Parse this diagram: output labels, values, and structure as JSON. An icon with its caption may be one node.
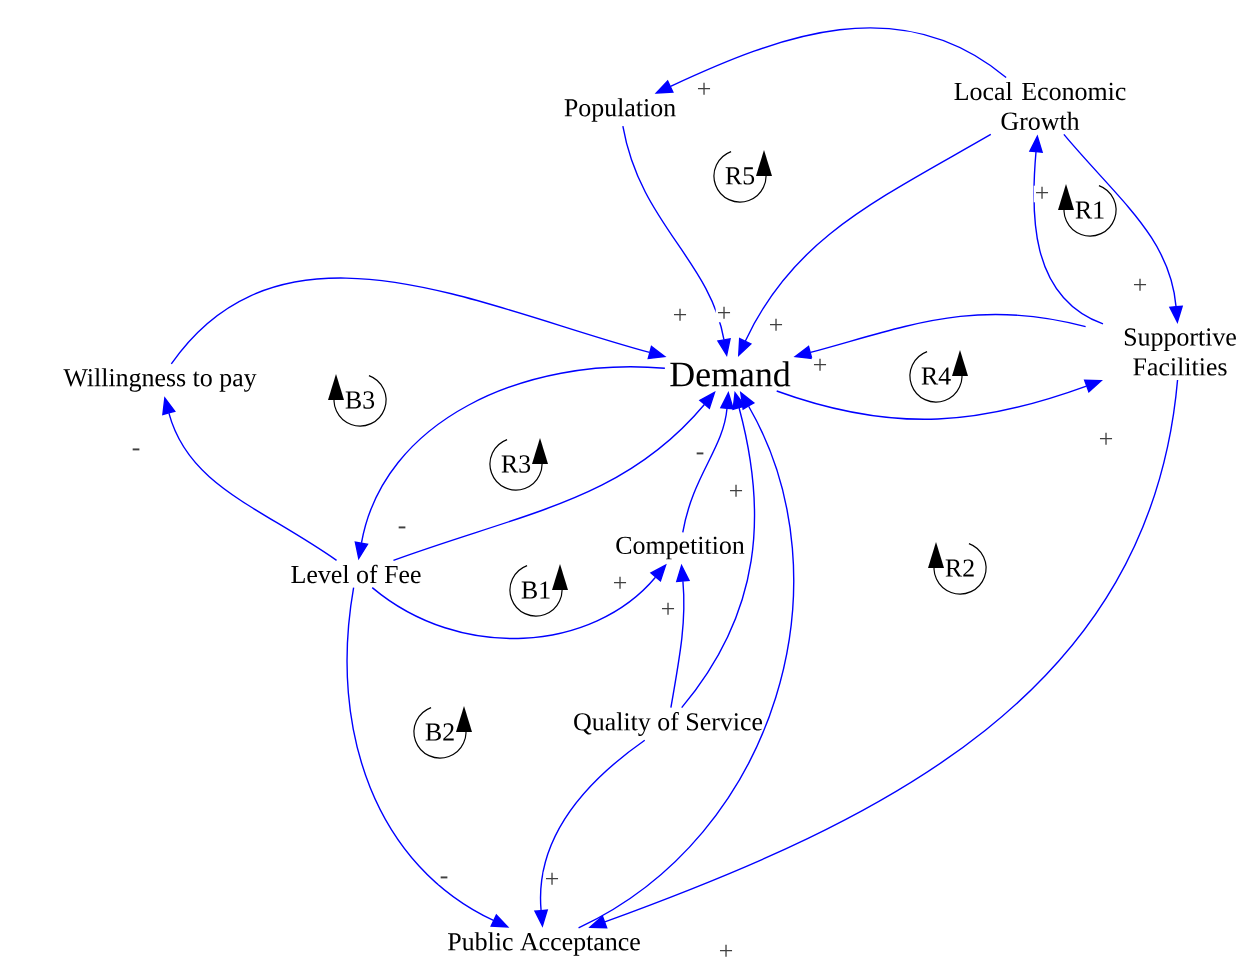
{
  "diagram": {
    "nodes": [
      {
        "text": [
          "Population"
        ]
      },
      {
        "text": [
          "Local Economic Growth"
        ]
      },
      {
        "text": [
          "Willingness to pay"
        ]
      },
      {
        "text": [
          "Demand"
        ]
      },
      {
        "text": [
          "Supportive Facilities"
        ]
      },
      {
        "text": [
          "Level of Fee"
        ]
      },
      {
        "text": [
          "Competition"
        ]
      },
      {
        "text": [
          "Quality of Service"
        ]
      },
      {
        "text": [
          "Public Acceptance"
        ]
      }
    ],
    "edges": [
      {
        "from": 1,
        "to": 0,
        "arrow": "to",
        "label": "+"
      },
      {
        "from": 0,
        "to": 3,
        "arrow": "to",
        "label": "+"
      },
      {
        "from": 1,
        "to": 3,
        "arrow": "to",
        "label": "+"
      },
      {
        "from": 4,
        "to": 3,
        "arrow": "to",
        "label": "+"
      },
      {
        "from": 4,
        "to": 1,
        "arrow": "to",
        "label": "+"
      },
      {
        "from": 1,
        "to": 4,
        "arrow": "to",
        "label": "+"
      },
      {
        "from": 3,
        "to": 4,
        "arrow": "to",
        "label": "+"
      },
      {
        "from": 2,
        "to": 3,
        "arrow": "to",
        "label": "+"
      },
      {
        "from": 3,
        "to": 5,
        "arrow": "to",
        "label": "-"
      },
      {
        "from": 5,
        "to": 2,
        "arrow": "to",
        "label": "-"
      },
      {
        "from": 5,
        "to": 3,
        "arrow": "to"
      },
      {
        "from": 5,
        "to": 6,
        "arrow": "to",
        "label": "+"
      },
      {
        "from": 6,
        "to": 3,
        "arrow": "to",
        "label": "-"
      },
      {
        "from": 7,
        "to": 6,
        "arrow": "to",
        "label": "+"
      },
      {
        "from": 7,
        "to": 3,
        "arrow": "to",
        "label": "+"
      },
      {
        "from": 7,
        "to": 8,
        "arrow": "to",
        "label": "+"
      },
      {
        "from": 5,
        "to": 8,
        "arrow": "to",
        "label": "-"
      },
      {
        "from": 8,
        "to": 3,
        "arrow": "to"
      },
      {
        "from": 4,
        "to": 8,
        "arrow": "to",
        "label": "+"
      }
    ],
    "labels": [
      "R5",
      "R1",
      "R4",
      "B3",
      "R3",
      "B1",
      "R2",
      "B2"
    ]
  }
}
